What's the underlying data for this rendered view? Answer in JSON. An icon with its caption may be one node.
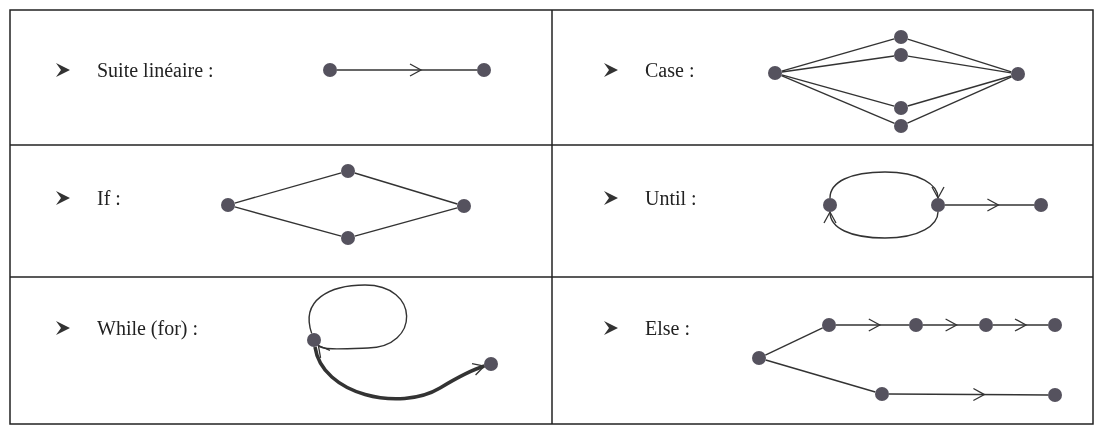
{
  "diagram": {
    "nodes": [
      {
        "text": [],
        "shape": "circle"
      },
      {
        "text": [],
        "shape": "circle"
      },
      {
        "text": [],
        "shape": "circle"
      },
      {
        "text": [],
        "shape": "circle"
      },
      {
        "text": [],
        "shape": "circle"
      },
      {
        "text": [],
        "shape": "circle"
      },
      {
        "text": [],
        "shape": "circle"
      },
      {
        "text": [],
        "shape": "circle"
      },
      {
        "text": [],
        "shape": "circle"
      },
      {
        "text": [],
        "shape": "circle"
      },
      {
        "text": [],
        "shape": "circle"
      },
      {
        "text": [],
        "shape": "circle"
      },
      {
        "text": [],
        "shape": "circle"
      },
      {
        "text": [],
        "shape": "circle"
      },
      {
        "text": [],
        "shape": "circle"
      },
      {
        "text": [],
        "shape": "circle"
      },
      {
        "text": [],
        "shape": "circle"
      },
      {
        "text": [],
        "shape": "circle"
      },
      {
        "text": [],
        "shape": "circle"
      },
      {
        "text": [],
        "shape": "circle"
      },
      {
        "text": [],
        "shape": "circle"
      },
      {
        "text": [],
        "shape": "circle"
      },
      {
        "text": [],
        "shape": "circle"
      },
      {
        "text": [],
        "shape": "circle"
      }
    ],
    "edges": [
      {
        "from": 0,
        "to": 1,
        "arrow": "to"
      },
      {
        "from": 2,
        "to": 3,
        "arrow": "none"
      },
      {
        "from": 2,
        "to": 4,
        "arrow": "none"
      },
      {
        "from": 2,
        "to": 5,
        "arrow": "none"
      },
      {
        "from": 2,
        "to": 6,
        "arrow": "none"
      },
      {
        "from": 3,
        "to": 7,
        "arrow": "none"
      },
      {
        "from": 4,
        "to": 7,
        "arrow": "none"
      },
      {
        "from": 5,
        "to": 7,
        "arrow": "none"
      },
      {
        "from": 6,
        "to": 7,
        "arrow": "none"
      },
      {
        "from": 8,
        "to": 9,
        "arrow": "none"
      },
      {
        "from": 8,
        "to": 10,
        "arrow": "none"
      },
      {
        "from": 9,
        "to": 11,
        "arrow": "none"
      },
      {
        "from": 10,
        "to": 11,
        "arrow": "none"
      },
      {
        "from": 12,
        "to": 13,
        "arrow": "to"
      },
      {
        "from": 13,
        "to": 12,
        "arrow": "to"
      },
      {
        "from": 13,
        "to": 14,
        "arrow": "to"
      },
      {
        "from": 15,
        "to": 15,
        "arrow": "to"
      },
      {
        "from": 15,
        "to": 16,
        "arrow": "to",
        "style": "thick"
      },
      {
        "from": 17,
        "to": 18,
        "arrow": "none"
      },
      {
        "from": 18,
        "to": 19,
        "arrow": "to"
      },
      {
        "from": 19,
        "to": 20,
        "arrow": "to"
      },
      {
        "from": 20,
        "to": 21,
        "arrow": "to"
      },
      {
        "from": 17,
        "to": 22,
        "arrow": "none"
      },
      {
        "from": 22,
        "to": 23,
        "arrow": "to"
      }
    ],
    "labels": [
      "Suite linéaire :",
      "Case :",
      "If :",
      "Until :",
      "While (for) :",
      "Else :"
    ]
  }
}
